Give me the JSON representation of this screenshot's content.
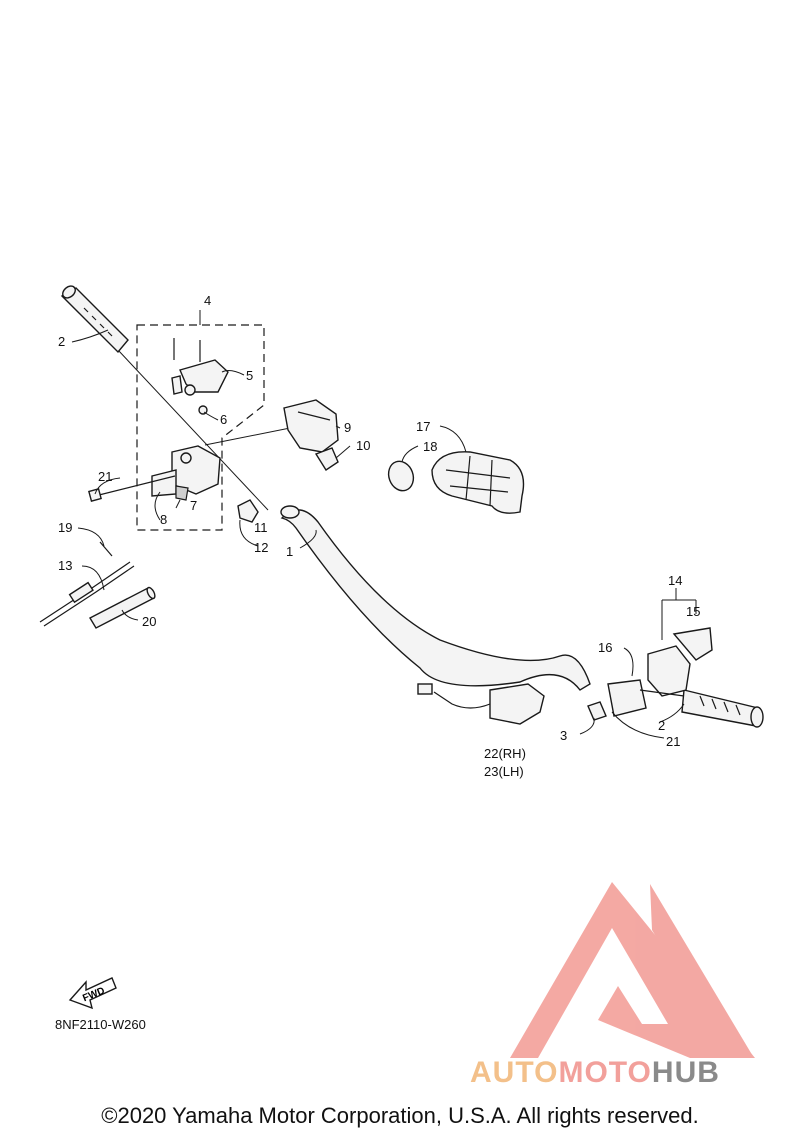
{
  "callouts": {
    "c1": "1",
    "c2a": "2",
    "c2b": "2",
    "c3": "3",
    "c4": "4",
    "c5": "5",
    "c6": "6",
    "c7": "7",
    "c8": "8",
    "c9": "9",
    "c10": "10",
    "c11": "11",
    "c12": "12",
    "c13": "13",
    "c14": "14",
    "c15": "15",
    "c16": "16",
    "c17": "17",
    "c18": "18",
    "c19": "19",
    "c20": "20",
    "c21a": "21",
    "c21b": "21",
    "c22": "22(RH)",
    "c23": "23(LH)"
  },
  "fwd_label": "FWD",
  "diagram_code": "8NF2110-W260",
  "watermark": {
    "part1": "AUTO",
    "part2": "MOTO",
    "part3": "HUB",
    "colors": {
      "auto": "#f3c08a",
      "moto": "#f2a09b",
      "hub": "#8a8a8a",
      "logo": "#f29a93"
    }
  },
  "copyright": "©2020 Yamaha Motor Corporation, U.S.A. All rights reserved."
}
